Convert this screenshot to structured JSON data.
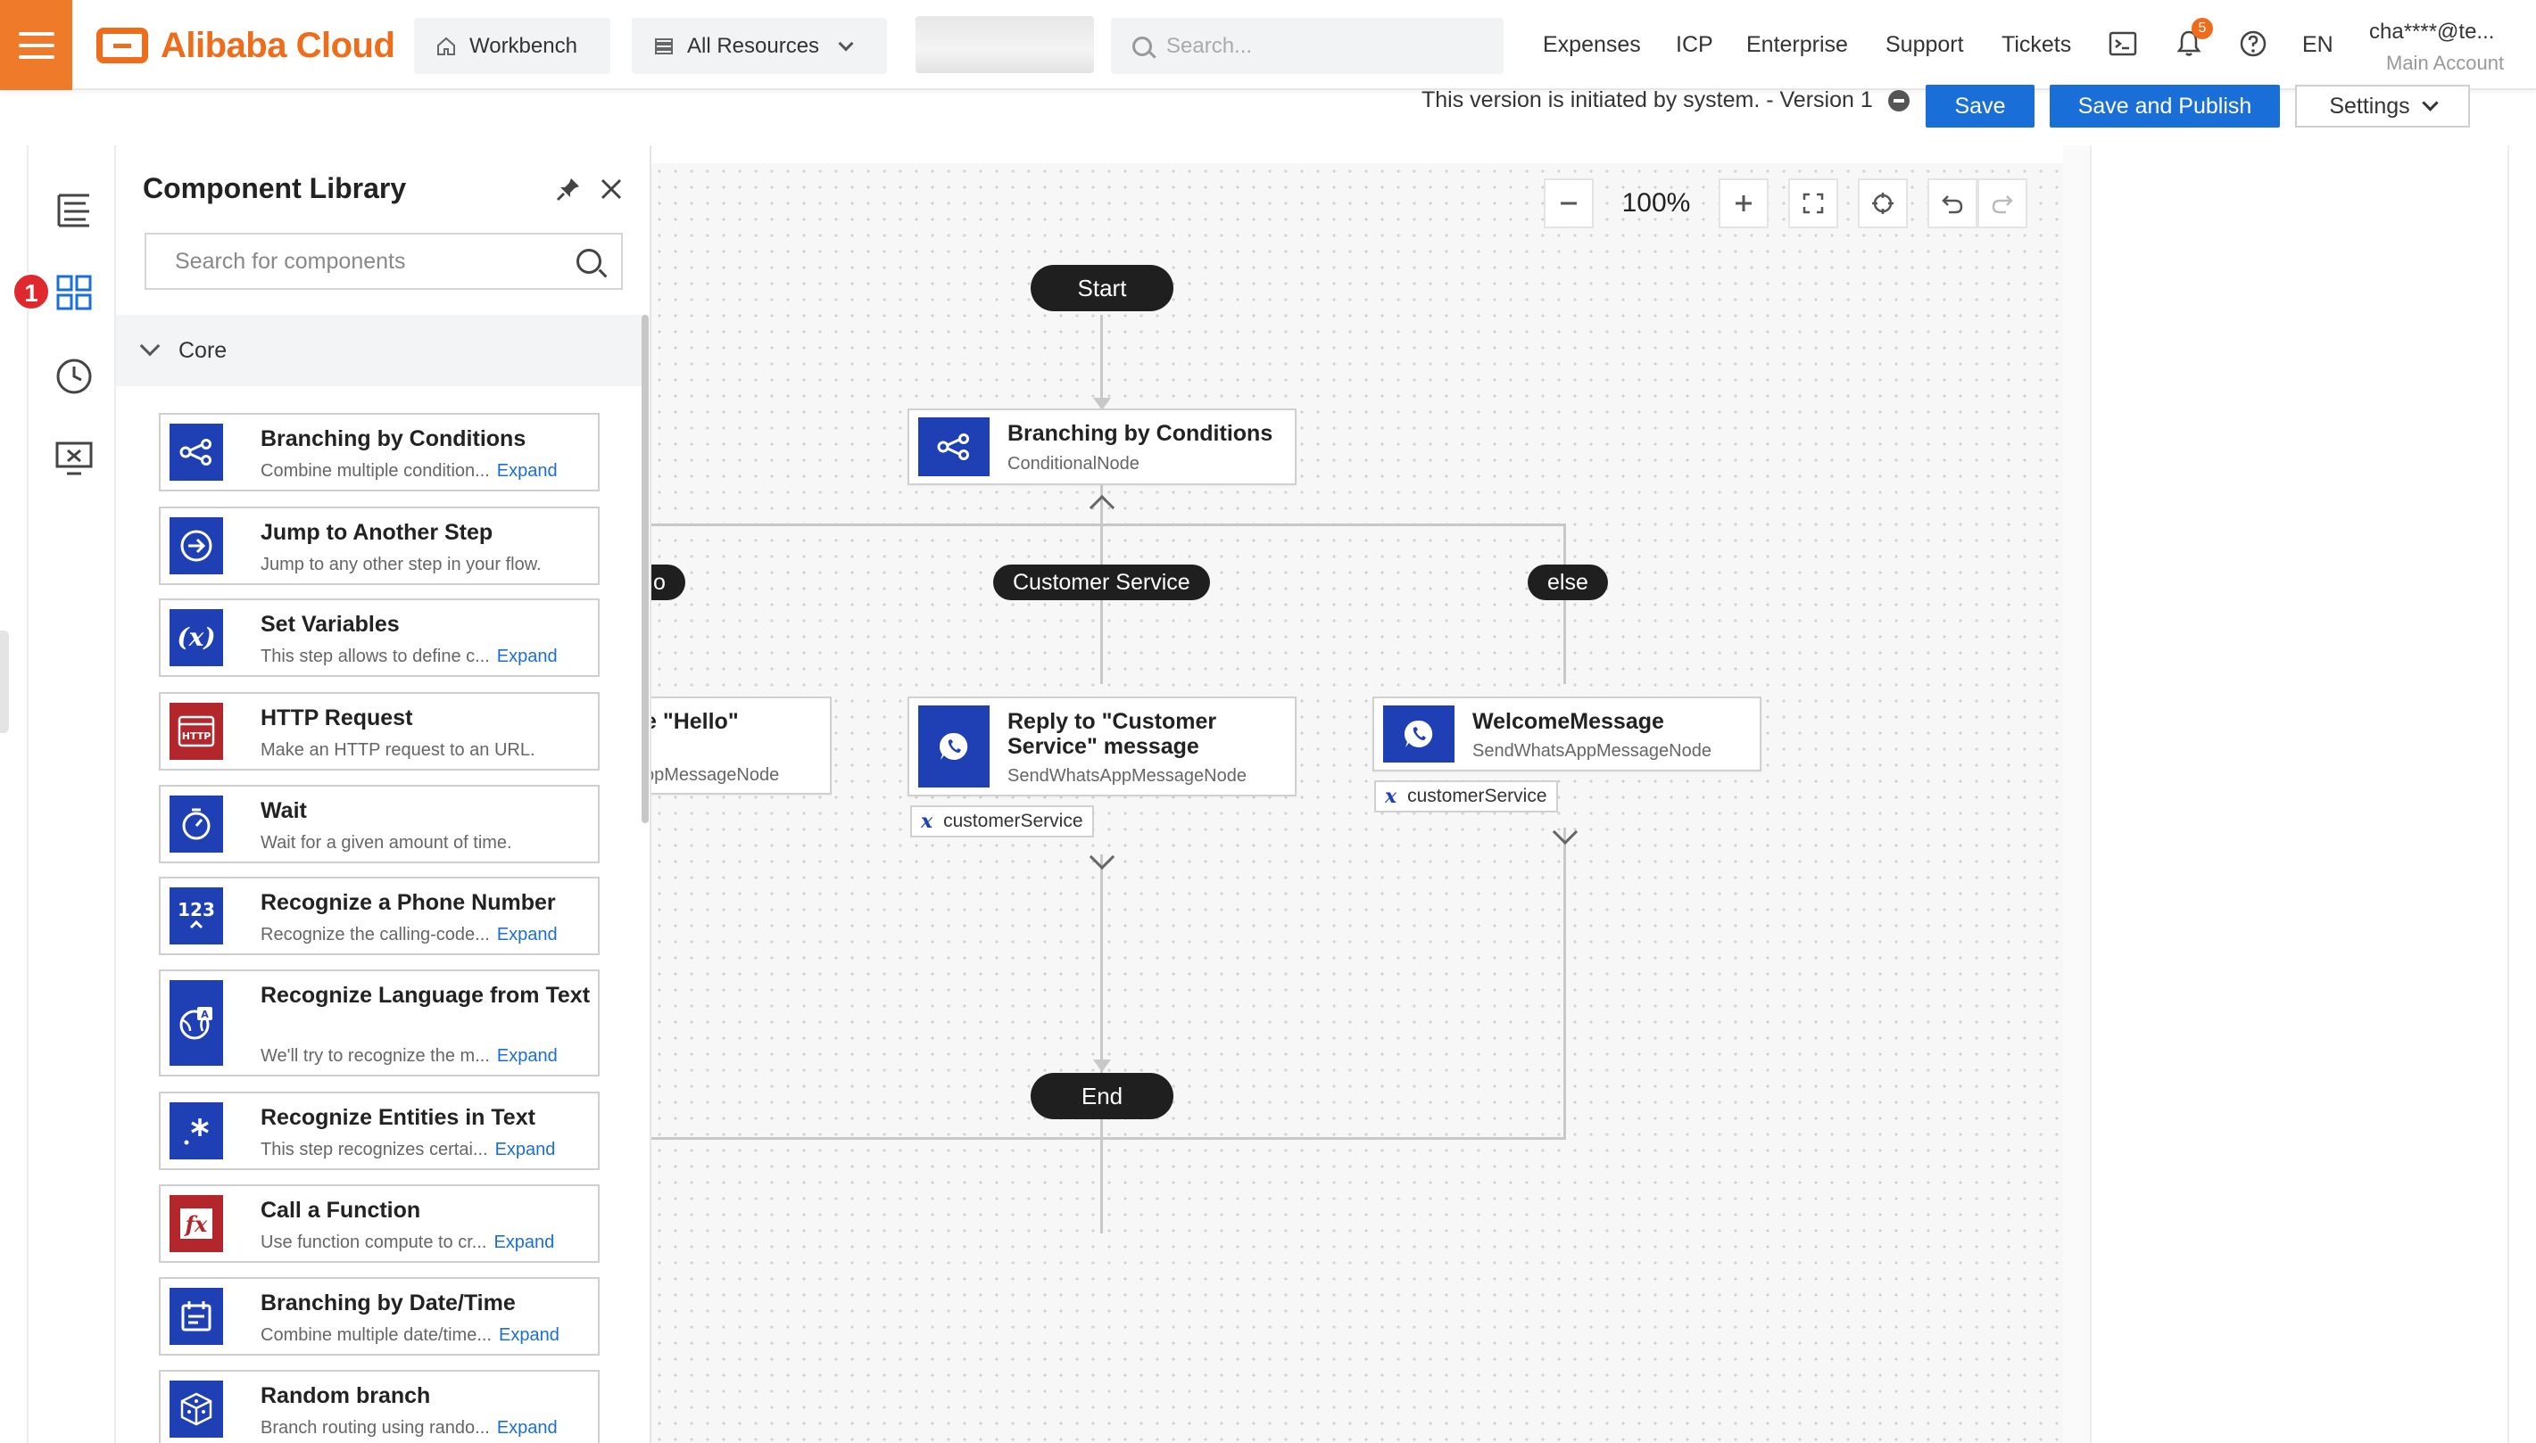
{
  "nav": {
    "brand": "Alibaba Cloud",
    "workbench": "Workbench",
    "all_resources": "All Resources",
    "search_placeholder": "Search...",
    "links": [
      "Expenses",
      "ICP",
      "Enterprise",
      "Support",
      "Tickets"
    ],
    "notification_count": "5",
    "language": "EN",
    "account_name": "cha****@te...",
    "account_type": "Main Account"
  },
  "toolbar": {
    "version_text": "This version is initiated by system. - Version 1",
    "save": "Save",
    "save_publish": "Save and Publish",
    "settings": "Settings"
  },
  "rail": {
    "badge": "1"
  },
  "library": {
    "title": "Component Library",
    "search_placeholder": "Search for components",
    "section": "Core",
    "expand_label": "Expand",
    "items": [
      {
        "title": "Branching by Conditions",
        "desc": "Combine multiple condition...",
        "expand": true,
        "icon": "share-nodes-icon",
        "color": "#1e40b4"
      },
      {
        "title": "Jump to Another Step",
        "desc": "Jump to any other step in your flow.",
        "expand": false,
        "icon": "arrow-circle-icon",
        "color": "#1e40b4"
      },
      {
        "title": "Set Variables",
        "desc": "This step allows to define c...",
        "expand": true,
        "icon": "variable-x-icon",
        "color": "#1e40b4"
      },
      {
        "title": "HTTP Request",
        "desc": "Make an HTTP request to an URL.",
        "expand": false,
        "icon": "http-icon",
        "color": "#b3262b"
      },
      {
        "title": "Wait",
        "desc": "Wait for a given amount of time.",
        "expand": false,
        "icon": "timer-icon",
        "color": "#1e40b4"
      },
      {
        "title": "Recognize a Phone Number",
        "desc": "Recognize the calling-code...",
        "expand": true,
        "icon": "number-123-icon",
        "color": "#1e40b4"
      },
      {
        "title": "Recognize Language from Text",
        "desc": "We'll try to recognize the m...",
        "expand": true,
        "icon": "language-globe-icon",
        "color": "#1e40b4"
      },
      {
        "title": "Recognize Entities in Text",
        "desc": "This step recognizes certai...",
        "expand": true,
        "icon": "asterisk-icon",
        "color": "#1e40b4"
      },
      {
        "title": "Call a Function",
        "desc": "Use function compute to cr...",
        "expand": true,
        "icon": "function-fx-icon",
        "color": "#b3262b"
      },
      {
        "title": "Branching by Date/Time",
        "desc": "Combine multiple date/time...",
        "expand": true,
        "icon": "calendar-icon",
        "color": "#1e40b4"
      },
      {
        "title": "Random branch",
        "desc": "Branch routing using rando...",
        "expand": true,
        "icon": "cube-icon",
        "color": "#1e40b4"
      }
    ]
  },
  "canvas": {
    "zoom": "100%",
    "start": "Start",
    "end": "End",
    "condition_node": {
      "title": "Branching by Conditions",
      "sub": "ConditionalNode"
    },
    "branches": [
      {
        "label": "o",
        "node_title": "e \"Hello\"",
        "node_sub": "ppMessageNode"
      },
      {
        "label": "Customer Service",
        "node_title": "Reply to \"Customer Service\" message",
        "node_sub": "SendWhatsAppMessageNode",
        "variable": "customerService"
      },
      {
        "label": "else",
        "node_title": "WelcomeMessage",
        "node_sub": "SendWhatsAppMessageNode",
        "variable": "customerService"
      }
    ]
  }
}
